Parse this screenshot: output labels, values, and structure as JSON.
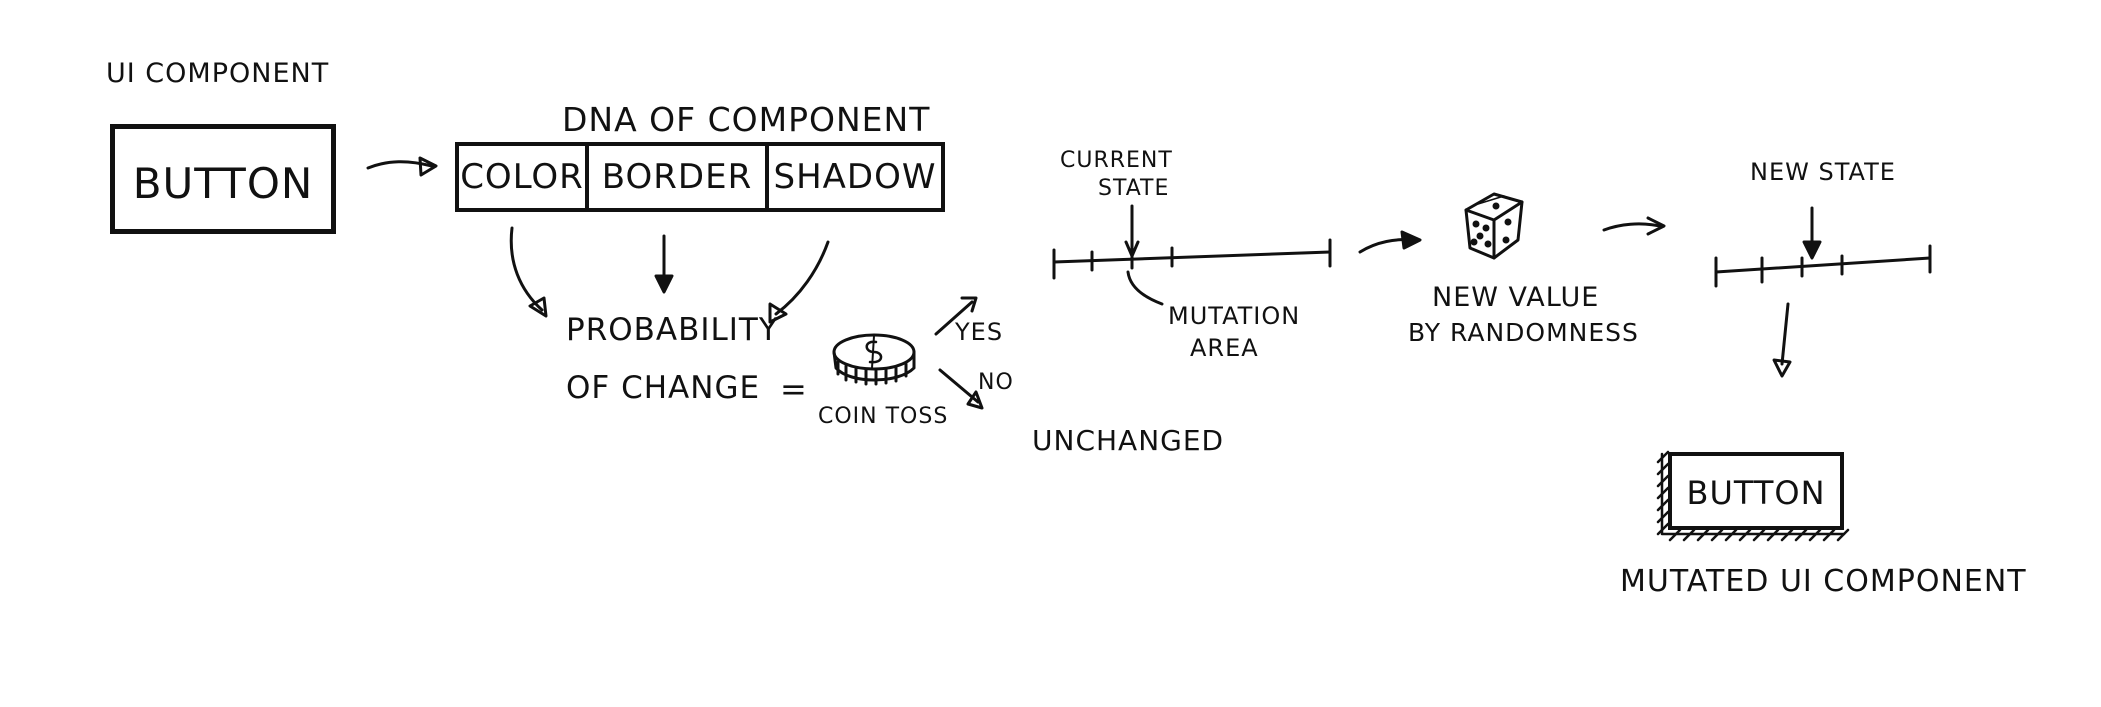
{
  "labels": {
    "ui_component": "UI COMPONENT",
    "button": "BUTTON",
    "dna_title": "DNA OF COMPONENT",
    "genes": [
      "COLOR",
      "BORDER",
      "SHADOW"
    ],
    "probability": [
      "PROBABILITY",
      "OF CHANGE"
    ],
    "equals": "=",
    "coin_toss": "COIN TOSS",
    "yes": "YES",
    "no": "NO",
    "unchanged": "UNCHANGED",
    "current_state": [
      "CURRENT",
      "STATE"
    ],
    "mutation_area": [
      "MUTATION",
      "AREA"
    ],
    "new_value": [
      "NEW VALUE",
      "BY RANDOMNESS"
    ],
    "new_state": "NEW STATE",
    "mutated_button": "BUTTON",
    "mutated_component": "MUTATED UI COMPONENT"
  },
  "icons": {
    "coin": "coin-icon",
    "dice": "dice-icon"
  },
  "colors": {
    "ink": "#111111",
    "paper": "#ffffff"
  }
}
